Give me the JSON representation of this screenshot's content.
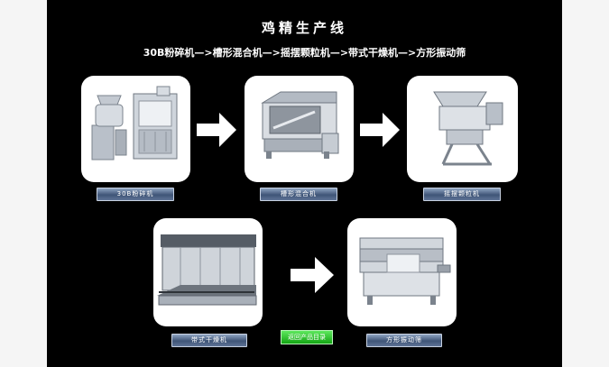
{
  "title": "鸡精生产线",
  "flow": "30B粉碎机—>槽形混合机—>摇摆颗粒机—>带式干燥机—>方形振动筛",
  "machines": [
    {
      "label": "30B粉碎机"
    },
    {
      "label": "槽形混合机"
    },
    {
      "label": "摇摆颗粒机"
    },
    {
      "label": "带式干燥机"
    },
    {
      "label": "方形振动筛"
    }
  ],
  "button": {
    "label": "返回产品目录"
  },
  "colors": {
    "background": "#000000",
    "card": "#ffffff",
    "label": "#3f5577",
    "button": "#12a512"
  }
}
